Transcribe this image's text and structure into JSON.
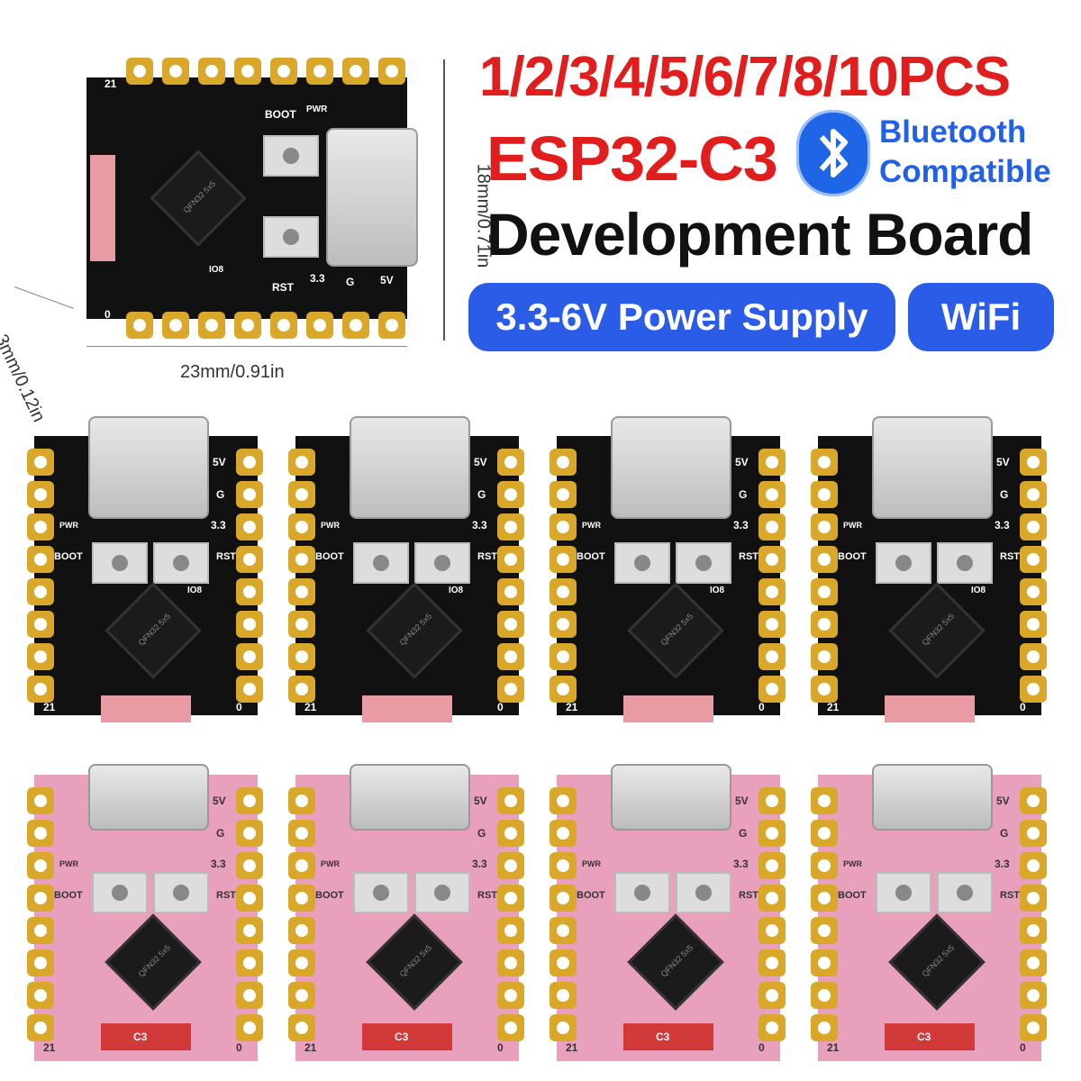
{
  "headline": {
    "quantity": "1/2/3/4/5/6/7/8/10PCS",
    "model": "ESP32-C3",
    "bluetooth_line1": "Bluetooth",
    "bluetooth_line2": "Compatible",
    "title": "Development Board",
    "badge_power": "3.3-6V Power Supply",
    "badge_wifi": "WiFi"
  },
  "dimensions": {
    "width": "23mm/0.91in",
    "height": "18mm/0.71in",
    "thickness": "3mm/0.12in"
  },
  "board_labels": {
    "boot": "BOOT",
    "pwr": "PWR",
    "rst": "RST",
    "io8": "IO8",
    "v5": "5V",
    "g": "G",
    "v33": "3.3",
    "pin21": "21",
    "pin0": "0",
    "chip": "QFN32 5x5",
    "c3": "C3"
  },
  "colors": {
    "accent_red": "#e01e1e",
    "accent_blue": "#2a5ce8",
    "pcb_black": "#111111",
    "pcb_pink": "#e9a0bd",
    "pad_gold": "#d9a82a"
  }
}
